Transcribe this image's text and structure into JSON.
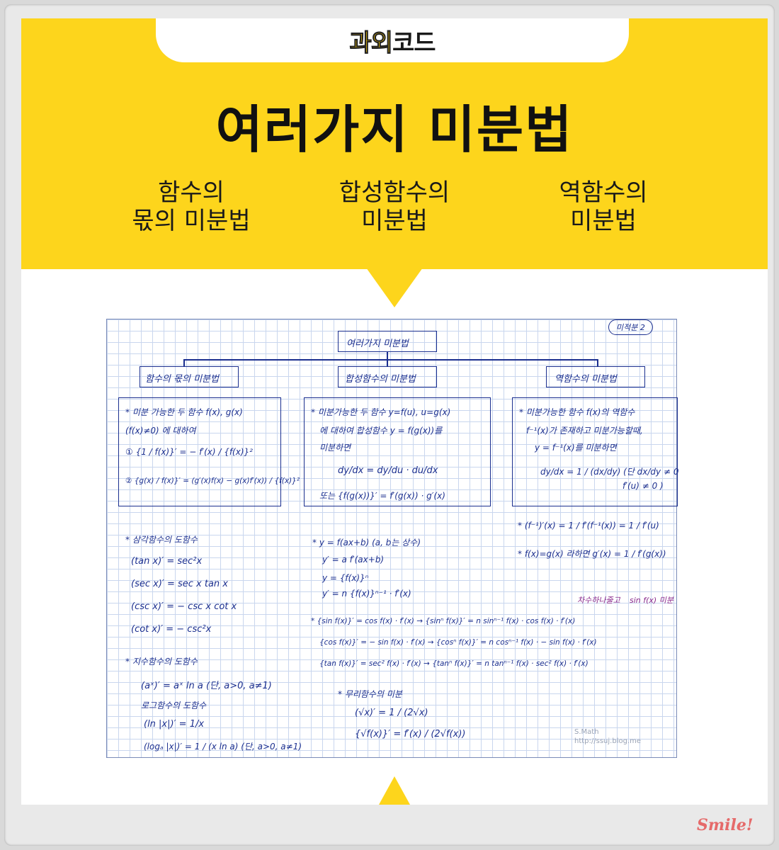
{
  "brand": {
    "part1": "과외",
    "part2": "코드"
  },
  "title": "여러가지 미분법",
  "topics": [
    {
      "line1": "함수의",
      "line2": "몫의 미분법"
    },
    {
      "line1": "합성함수의",
      "line2": "미분법"
    },
    {
      "line1": "역함수의",
      "line2": "미분법"
    }
  ],
  "note": {
    "tag": "미적분 2",
    "root": "여러가지 미분법",
    "boxes": [
      {
        "title": "함수의 몫의 미분법",
        "lines": [
          "* 미분 가능한 두 함수 f(x), g(x)",
          "(f(x)≠0) 에 대하여",
          "① {1 / f(x)}′ = − f′(x) / {f(x)}²",
          "② {g(x) / f(x)}′ = (g′(x)f(x) − g(x)f′(x)) / {f(x)}²"
        ]
      },
      {
        "title": "합성함수의 미분법",
        "lines": [
          "* 미분가능한 두 함수 y=f(u), u=g(x)",
          "에 대하여 합성함수 y = f(g(x))를",
          "미분하면",
          "dy/dx = dy/du · du/dx",
          "또는 {f(g(x))}′ = f′(g(x)) · g′(x)"
        ]
      },
      {
        "title": "역함수의 미분법",
        "lines": [
          "* 미분가능한 함수 f(x)의 역함수",
          "f⁻¹(x)가 존재하고 미분가능할때,",
          "y = f⁻¹(x)를 미분하면",
          "dy/dx = 1 / (dx/dy)    (단 dx/dy ≠ 0",
          "f′(u) ≠ 0 )"
        ]
      }
    ],
    "inverse_extra": [
      "* (f⁻¹)′(x) = 1 / f′(f⁻¹(x)) = 1 / f′(u)",
      "* f(x)=g(x) 라하면  g′(x) = 1 / f′(g(x))"
    ],
    "trig_title": "* 삼각함수의 도함수",
    "trig": [
      "(tan x)′ = sec²x",
      "(sec x)′ = sec x tan x",
      "(csc x)′ = − csc x cot x",
      "(cot x)′ = − csc²x"
    ],
    "exp_title": "* 지수함수의 도함수",
    "exp": [
      "(aˣ)′ = aˣ ln a  (단, a>0, a≠1)",
      "로그함수의 도함수",
      "(ln |x|)′ = 1/x",
      "(logₐ |x|)′ = 1 / (x ln a)   (단, a>0, a≠1)"
    ],
    "comp_ex": [
      "* y = f(ax+b)   (a, b는 상수)",
      "y′ = a f′(ax+b)",
      "y = {f(x)}ⁿ",
      "y′ = n {f(x)}ⁿ⁻¹ · f′(x)"
    ],
    "notes_purple": [
      "차수하나줄고",
      "sin f(x) 미분"
    ],
    "chain": [
      "* {sin f(x)}′ = cos f(x) · f′(x) → {sinⁿ f(x)}′ = n sinⁿ⁻¹ f(x) · cos f(x) · f′(x)",
      "{cos f(x)}′ = − sin f(x) · f′(x) → {cosⁿ f(x)}′ = n cosⁿ⁻¹ f(x) · − sin f(x) · f′(x)",
      "{tan f(x)}′ = sec² f(x) · f′(x) → {tanⁿ f(x)}′ = n tanⁿ⁻¹ f(x) · sec² f(x) · f′(x)"
    ],
    "irr_title": "* 무리함수의 미분",
    "irr": [
      "(√x)′ = 1 / (2√x)",
      "{√f(x)}′ = f′(x) / (2√f(x))"
    ],
    "watermark": [
      "S.Math",
      "http://ssuj.blog.me"
    ]
  },
  "footer": {
    "smile": "Smile!"
  },
  "colors": {
    "accent": "#fdd51c",
    "ink": "#1b2f8f",
    "note_purple": "#8a2a8c"
  }
}
